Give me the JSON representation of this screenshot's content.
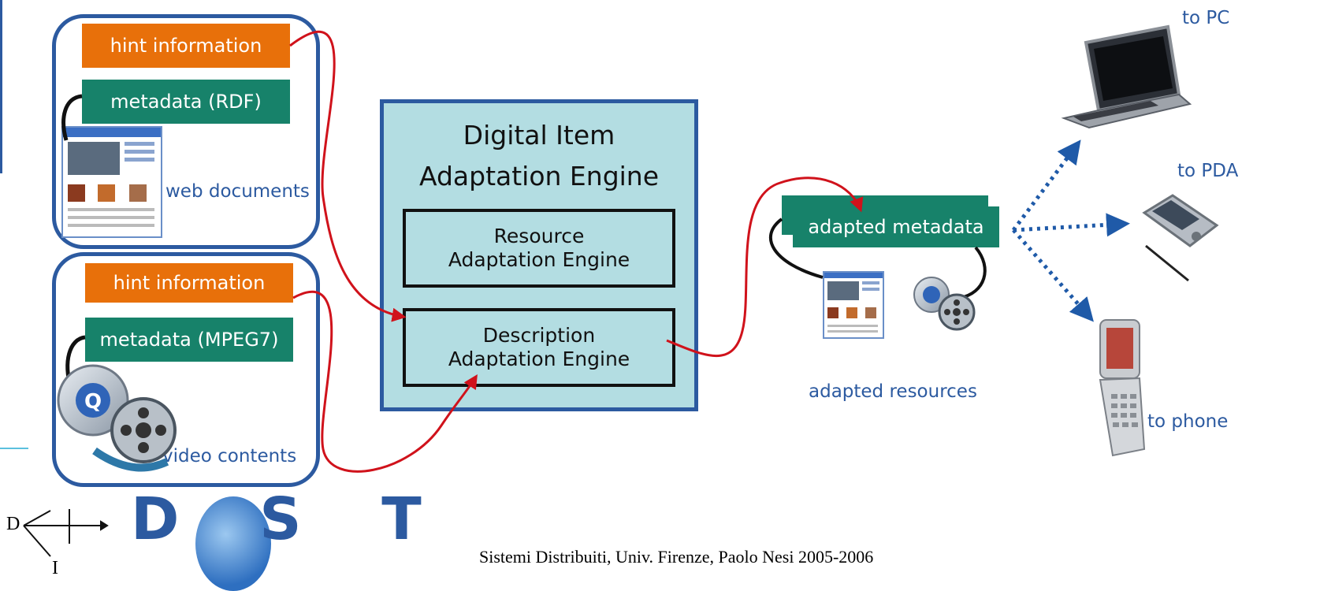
{
  "group_web": {
    "hint": "hint information",
    "metadata": "metadata (RDF)",
    "caption": "web documents"
  },
  "group_video": {
    "hint": "hint information",
    "metadata": "metadata (MPEG7)",
    "caption": "video contents"
  },
  "engine": {
    "title_line1": "Digital Item",
    "title_line2": "Adaptation Engine",
    "resource_line1": "Resource",
    "resource_line2": "Adaptation Engine",
    "description_line1": "Description",
    "description_line2": "Adaptation Engine"
  },
  "adapted": {
    "metadata": "adapted metadata",
    "resources": "adapted resources"
  },
  "targets": {
    "pc": "to PC",
    "pda": "to PDA",
    "phone": "to phone"
  },
  "logo": {
    "letters": "D S T",
    "di_d": "D",
    "di_i": "I"
  },
  "footer": "Sistemi Distribuiti, Univ. Firenze, Paolo Nesi 2005-2006",
  "colors": {
    "border_blue": "#2c5aa0",
    "hint_orange": "#e8700a",
    "metadata_green": "#17826a",
    "engine_fill": "#b3dde2",
    "arrow_red": "#d0121b"
  }
}
